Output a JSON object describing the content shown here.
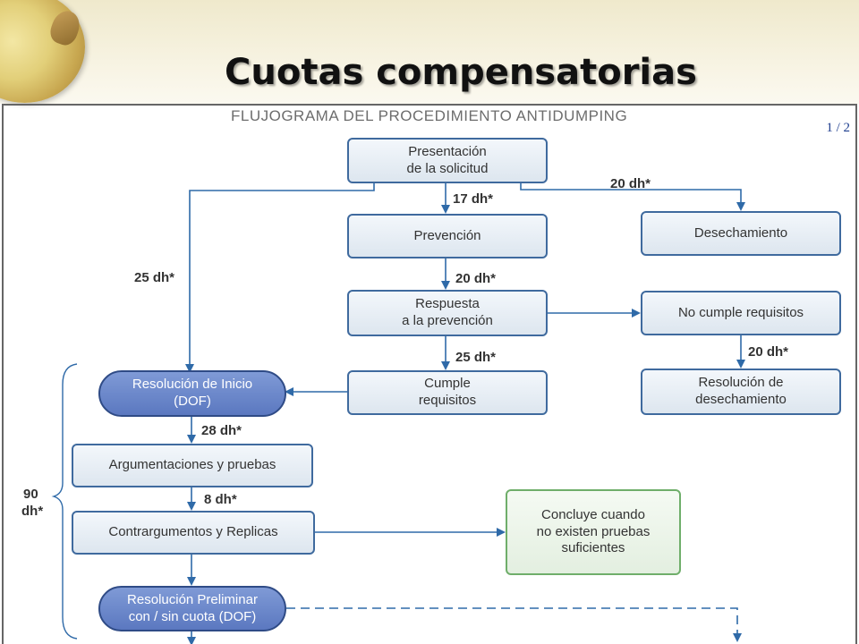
{
  "header": {
    "title": "Cuotas compensatorias"
  },
  "page_indicator": "1 / 2",
  "flowchart": {
    "title": "FLUJOGRAMA DEL PROCEDIMIENTO ANTIDUMPING",
    "nodes": {
      "presentacion": {
        "line1": "Presentación",
        "line2": "de la solicitud"
      },
      "prevencion": {
        "label": "Prevención"
      },
      "desechamiento": {
        "label": "Desechamiento"
      },
      "respuesta": {
        "line1": "Respuesta",
        "line2": "a la prevención"
      },
      "no_cumple": {
        "label": "No cumple requisitos"
      },
      "cumple": {
        "line1": "Cumple",
        "line2": "requisitos"
      },
      "resolucion_desechamiento": {
        "line1": "Resolución de",
        "line2": "desechamiento"
      },
      "resolucion_inicio": {
        "line1": "Resolución de Inicio",
        "line2": "(DOF)"
      },
      "argumentaciones": {
        "label": "Argumentaciones y pruebas"
      },
      "contrargumentos": {
        "label": "Contrargumentos y Replicas"
      },
      "concluye": {
        "line1": "Concluye cuando",
        "line2": "no existen pruebas",
        "line3": "suficientes"
      },
      "resolucion_preliminar": {
        "line1": "Resolución Preliminar",
        "line2": "con / sin cuota (DOF)"
      }
    },
    "durations": {
      "d17": "17 dh*",
      "d20_top": "20 dh*",
      "d25_left": "25 dh*",
      "d20_mid": "20 dh*",
      "d25_mid": "25 dh*",
      "d20_right": "20 dh*",
      "d28": "28 dh*",
      "d8": "8 dh*",
      "brace_line1": "90",
      "brace_line2": "dh*"
    }
  },
  "colors": {
    "arrow": "#2f6aa8",
    "box_border": "#3f6a9e",
    "pill_fill": "#5b78c0",
    "green_border": "#6fae6a"
  }
}
